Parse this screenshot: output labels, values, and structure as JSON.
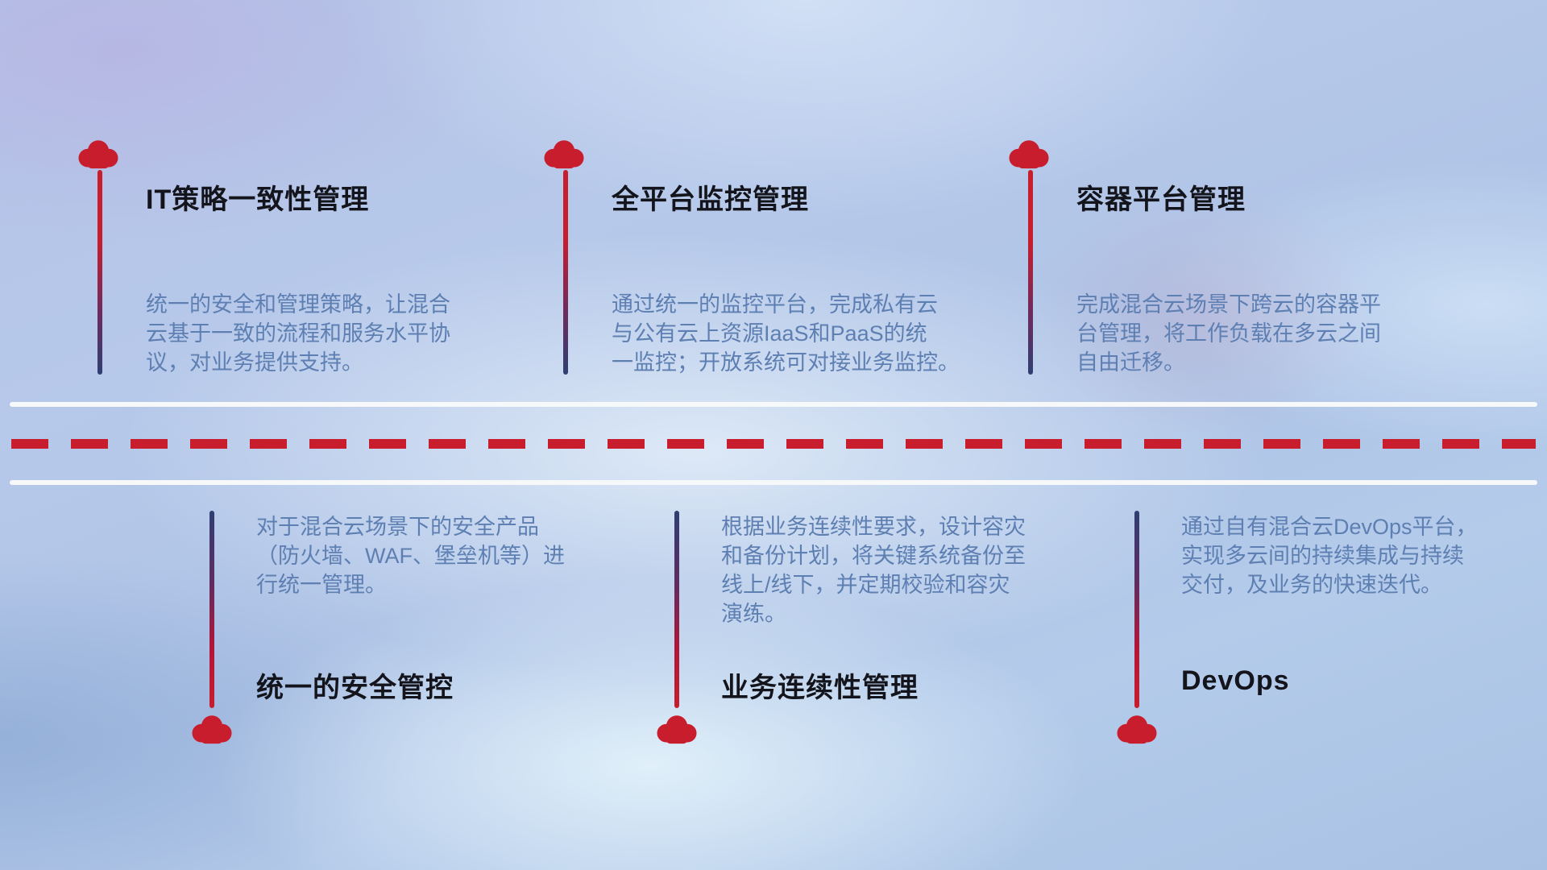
{
  "diagram": {
    "type": "timeline-roadmap",
    "accent_red": "#c71d2d",
    "pole_navy": "#2e3f72",
    "title_color": "#14151c",
    "description_color": "#5e7fb2",
    "road": {
      "line_color": "#f7f8fa",
      "dash_color": "#c71d2d"
    }
  },
  "top_items": [
    {
      "icon": "cloud-icon",
      "title": "IT策略一致性管理",
      "description": "统一的安全和管理策略，让混合\n云基于一致的流程和服务水平协\n议，对业务提供支持。"
    },
    {
      "icon": "cloud-icon",
      "title": "全平台监控管理",
      "description": "通过统一的监控平台，完成私有云\n与公有云上资源IaaS和PaaS的统\n一监控；开放系统可对接业务监控。"
    },
    {
      "icon": "cloud-icon",
      "title": "容器平台管理",
      "description": "完成混合云场景下跨云的容器平\n台管理，将工作负载在多云之间\n自由迁移。"
    }
  ],
  "bottom_items": [
    {
      "icon": "cloud-icon",
      "title": "统一的安全管控",
      "description": "对于混合云场景下的安全产品\n（防火墙、WAF、堡垒机等）进\n行统一管理。"
    },
    {
      "icon": "cloud-icon",
      "title": "业务连续性管理",
      "description": "根据业务连续性要求，设计容灾\n和备份计划，将关键系统备份至\n线上/线下，并定期校验和容灾\n演练。"
    },
    {
      "icon": "cloud-icon",
      "title": "DevOps",
      "description": "通过自有混合云DevOps平台，\n实现多云间的持续集成与持续\n交付，及业务的快速迭代。"
    }
  ]
}
